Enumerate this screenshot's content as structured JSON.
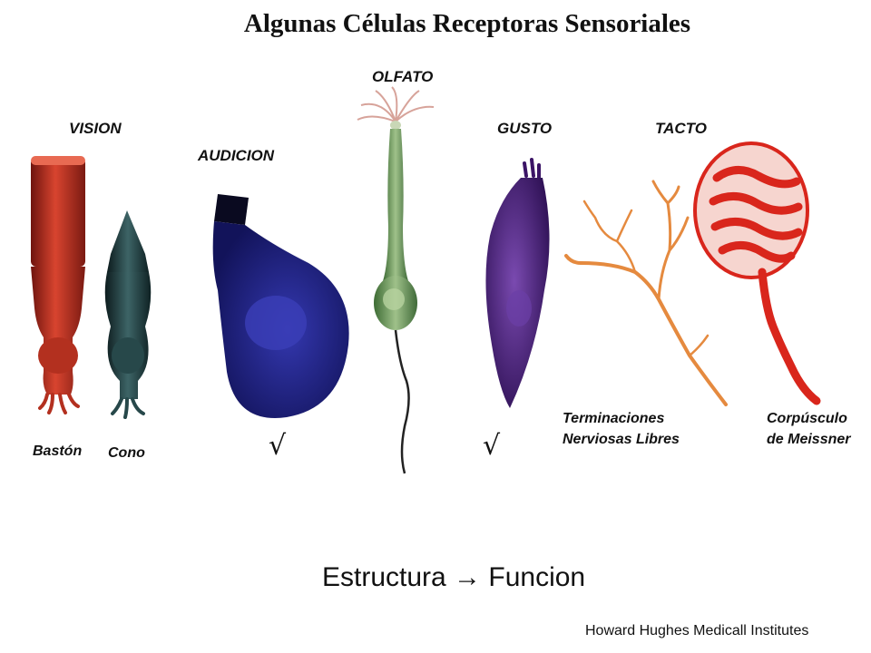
{
  "title": "Algunas Células Receptoras Sensoriales",
  "categories": {
    "vision": "VISION",
    "audicion": "AUDICION",
    "olfato": "OLFATO",
    "gusto": "GUSTO",
    "tacto": "TACTO"
  },
  "cell_labels": {
    "baston": "Bastón",
    "cono": "Cono",
    "terminaciones_line1": "Terminaciones",
    "terminaciones_line2": "Nerviosas Libres",
    "corpusculo_line1": "Corpúsculo",
    "corpusculo_line2": "de Meissner"
  },
  "checkmarks": [
    "√",
    "√"
  ],
  "formula": "Estructura → Funcion",
  "credit": "Howard Hughes Medicall Institutes",
  "colors": {
    "rod": "#c0392b",
    "cone": "#1f3a3d",
    "hair_cell": "#1c1f7a",
    "olfactory": "#6f9a5c",
    "taste": "#4a1f7a",
    "nerve_endings": "#e0883a",
    "meissner": "#d9261c"
  }
}
